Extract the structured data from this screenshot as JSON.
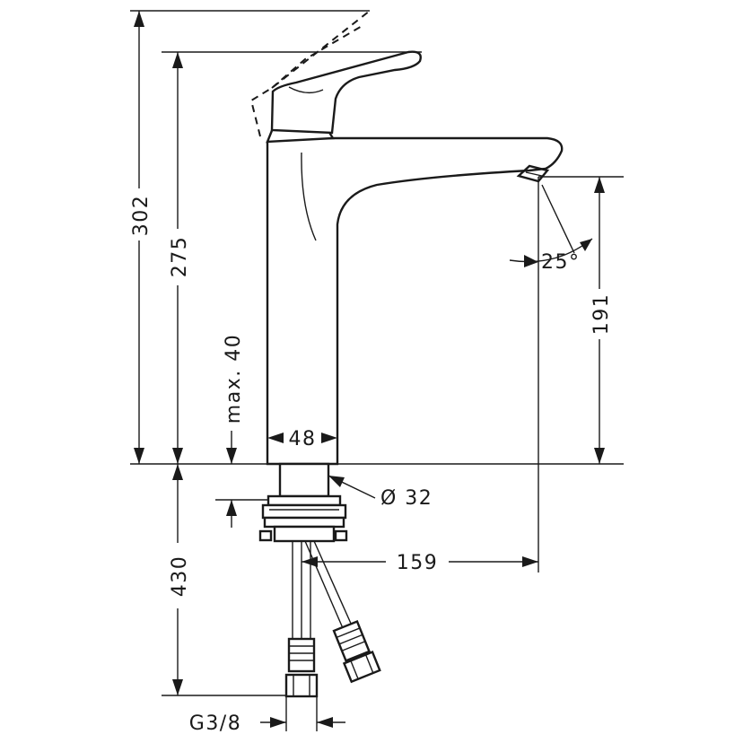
{
  "dimensions": {
    "total_height": "302",
    "spout_height": "275",
    "max_thickness": "max. 40",
    "body_width": "48",
    "hole_diameter": "Ø 32",
    "projection": "159",
    "spout_clearance": "191",
    "swivel_angle": "25°",
    "hose_length": "430",
    "connection_thread": "G3/8"
  }
}
